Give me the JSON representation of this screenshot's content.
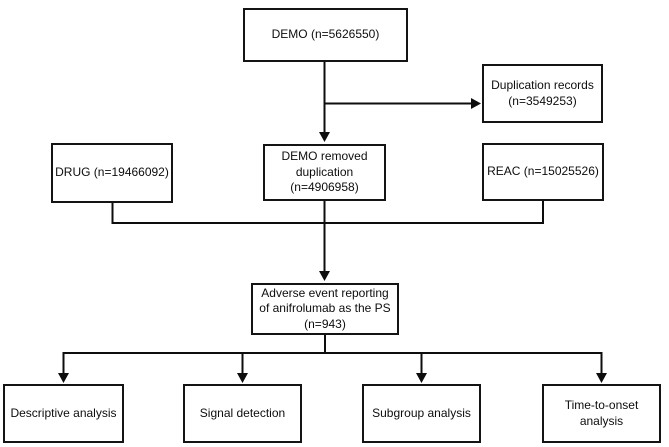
{
  "figure": {
    "type": "flowchart",
    "background_color": "#ffffff",
    "line_color": "#0d0d0d",
    "nodes": {
      "demo": {
        "label": "DEMO (n=5626550)"
      },
      "duplication_records": {
        "label": "Duplication records\n(n=3549253)"
      },
      "drug": {
        "label": "DRUG (n=19466092)"
      },
      "demo_removed": {
        "label": "DEMO removed\nduplication\n(n=4906958)"
      },
      "reac": {
        "label": "REAC (n=15025526)"
      },
      "adverse_event": {
        "label": "Adverse event reporting\nof anifrolumab as the PS\n(n=943)"
      },
      "descriptive": {
        "label": "Descriptive analysis"
      },
      "signal": {
        "label": "Signal detection"
      },
      "subgroup": {
        "label": "Subgroup analysis"
      },
      "time_to_onset": {
        "label": "Time-to-onset\nanalysis"
      }
    },
    "edges": [
      "demo -> demo_removed",
      "demo -> duplication_records",
      "drug -> adverse_event",
      "demo_removed -> adverse_event",
      "reac -> adverse_event",
      "adverse_event -> descriptive",
      "adverse_event -> signal",
      "adverse_event -> subgroup",
      "adverse_event -> time_to_onset"
    ]
  }
}
